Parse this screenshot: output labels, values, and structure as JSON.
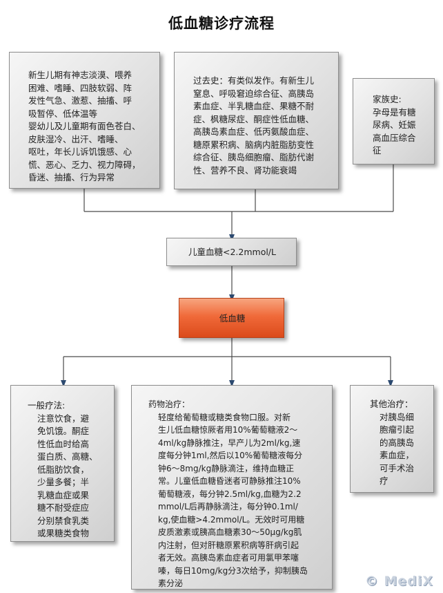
{
  "title": "低血糖诊疗流程",
  "symptoms_box": {
    "lines": [
      "新生儿期有神志淡漠、喂养",
      "困难、嗜睡、四肢软弱、阵",
      "发性气急、激惹、抽搐、呼",
      "吸暂停、低体温等",
      "婴幼儿及儿童期有面色苍白、",
      "皮肤湿冷、出汗、嗜睡、",
      "呕吐，年长儿诉饥饿感、心",
      "慌、恶心、乏力、视力障碍，",
      "昏迷、抽搐、行为异常"
    ]
  },
  "history_box": {
    "lines": [
      "过去史：有类似发作。有新生儿",
      "窒息、呼吸窘迫综合征、高胰岛",
      "素血症、半乳糖血症、果糖不耐",
      "症、枫糖尿症、酮症性低血糖、",
      "高胰岛素血症、低丙氨酸血症、",
      "糖原累积病、脑病内脏脂肪变性",
      "综合征、胰岛细胞瘤、脂肪代谢",
      "性、营养不良、肾功能衰竭"
    ]
  },
  "family_box": {
    "lines": [
      "家族史:",
      "孕母是有糖",
      "尿病、妊娠",
      "高血压综合",
      "征"
    ]
  },
  "criterion_box": {
    "label": "儿童血糖<2.2mmol/L"
  },
  "diagnosis_box": {
    "label": "低血糖"
  },
  "general_treatment": {
    "lines": [
      "一般疗法:",
      "注意饮食，避",
      "免饥饿。酮症",
      "性低血时给高",
      "蛋白质、高糖、",
      "低脂肪饮食，",
      "少量多餐；半",
      "乳糖血症或果",
      "糖不耐受症应",
      "分别禁食乳类",
      "或果糖类食物"
    ]
  },
  "drug_treatment": {
    "lines": [
      "药物治疗：",
      "轻度给葡萄糖或糖类食物口服。对新",
      "生儿低血糖惊厥者用10%葡萄糖液2～",
      "4ml/kg静脉推注，早产儿为2ml/kg,速",
      "度每分钟1ml,然后以10%葡萄糖液每分",
      "钟6～8mg/kg静脉滴注，维持血糖正",
      "常。儿童低血糖昏迷者可静脉推注10%",
      "葡萄糖液，每分钟2.5ml/kg,血糖为2.2",
      "mmol/L后再静脉滴注，每分钟0.1ml/",
      "kg,使血糖>4.2mmol/L。无效时可用糖",
      "皮质激素或胰高血糖素30～50μg/kg肌",
      "内注射，但对肝糖原累积病等肝病引起",
      "者无效。高胰岛素血症者可用氯甲苯噻",
      "嗪，每日10mg/kg分3次给予，抑制胰岛",
      "素分泌"
    ]
  },
  "other_treatment": {
    "lines": [
      "其他治疗：",
      "对胰岛细",
      "胞瘤引起",
      "的高胰岛",
      "素血症，",
      "可手术治",
      "疗"
    ]
  },
  "watermark": "© MediX",
  "colors": {
    "diagnosis_fill": "#f06a3a",
    "box_fill": "#e2e2e2",
    "connector": "#4a4a4a",
    "arrow_head": "#2c4a70"
  }
}
